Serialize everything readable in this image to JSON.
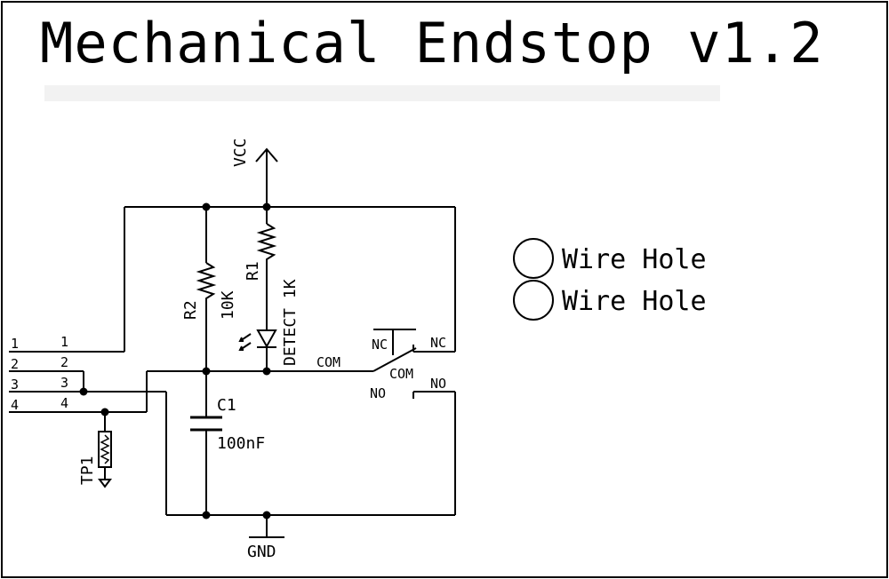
{
  "title": "Mechanical Endstop v1.2",
  "power": {
    "vcc": "VCC",
    "gnd": "GND"
  },
  "connector": {
    "pins": [
      "1",
      "2",
      "3",
      "4"
    ],
    "net_labels": [
      "1",
      "2",
      "3",
      "4"
    ]
  },
  "components": {
    "r1": {
      "ref": "R1",
      "value": "1K"
    },
    "r2": {
      "ref": "R2",
      "value": "10K"
    },
    "led": {
      "label": "DETECT"
    },
    "c1": {
      "ref": "C1",
      "value": "100nF"
    },
    "tp1": {
      "ref": "TP1"
    }
  },
  "switch": {
    "com_net": "COM",
    "nc_net": "NC",
    "no_net": "NO",
    "pin_nc": "NC",
    "pin_com": "COM",
    "pin_no": "NO"
  },
  "wire_holes": [
    "Wire Hole",
    "Wire Hole"
  ]
}
